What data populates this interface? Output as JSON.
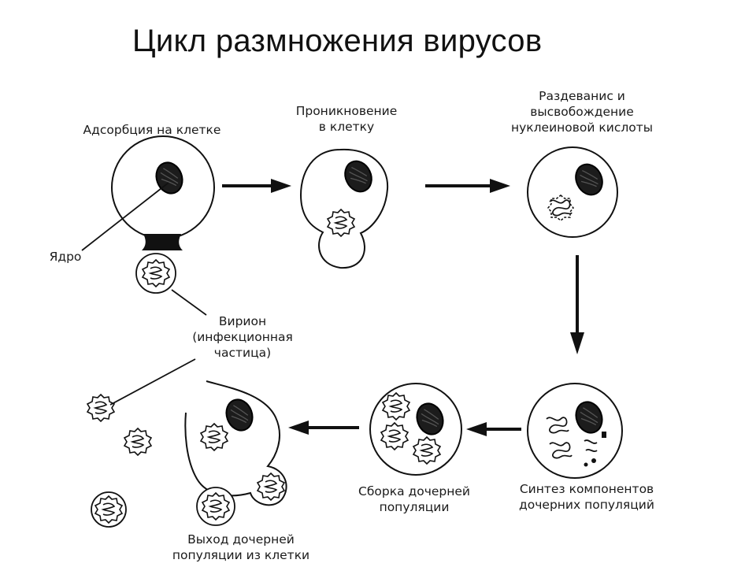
{
  "title": "Цикл размножения вирусов",
  "labels": {
    "adsorption": "Адсорбция на клетке",
    "penetration": "Проникновение\nв клетку",
    "uncoating": "Раздеванис и\nвысвобождение\nнуклеиновой кислоты",
    "nucleus": "Ядро",
    "virion": "Вирион\n(инфекционная\nчастица)",
    "synthesis": "Синтез компонентов\nдочерних популяций",
    "assembly": "Сборка дочерней\nпопуляции",
    "release": "Выход дочерней\nпопуляции из клетки"
  }
}
